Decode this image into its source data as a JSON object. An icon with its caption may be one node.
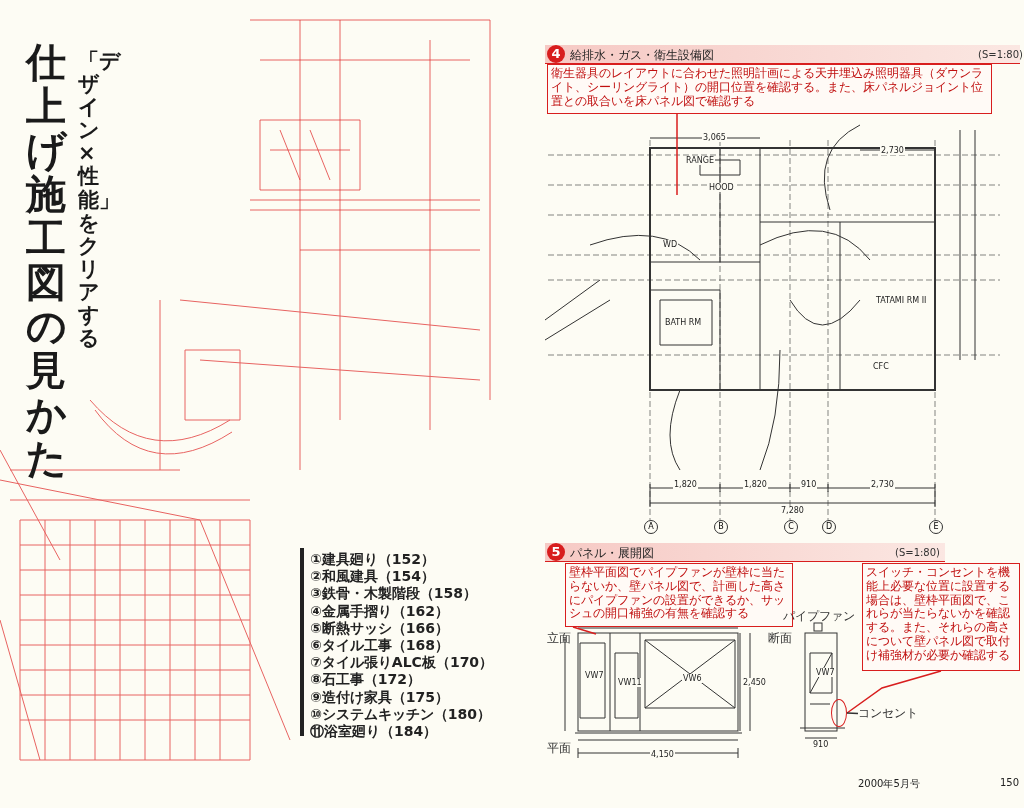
{
  "diagram": {
    "title": "仕上げ施工図の見かた",
    "nodes": [
      {
        "text": [
          "衛生器具のレイアウトに合わせた照明計画による天井埋込み照明器具（ダウンライト、シーリングライト）の開口位置を確認する。また、床パネルジョイント位置との取合いを床パネル図で確認する"
        ]
      },
      {
        "text": [
          "壁枠平面図でパイプファンが壁枠に当たらないか、壁パネル図で、計画した高さにパイプファンの設置ができるか、サッシュの開口補強の有無を確認する"
        ]
      },
      {
        "text": [
          "スイッチ・コンセントを機能上必要な位置に設置する場合は、壁枠平面図で、これらが当たらないかを確認する。また、それらの高さについて壁パネル図で取付け補強材が必要か確認する"
        ]
      },
      {
        "text": [],
        "shape": "circle"
      },
      {
        "text": [
          "コンセント"
        ]
      }
    ],
    "edges": [
      {
        "from": 0,
        "to": null,
        "arrow": "none"
      },
      {
        "from": 1,
        "to": null,
        "arrow": "none"
      },
      {
        "from": 2,
        "to": 3,
        "arrow": "none"
      },
      {
        "from": 4,
        "to": 3,
        "arrow": "none",
        "color": "#333333"
      }
    ],
    "labels": [
      "「デザイン×性能」をクリアする",
      "①建具廻り（152）",
      "②和風建具（154）",
      "③鉄骨・木製階段（158）",
      "④金属手摺り（162）",
      "⑤断熱サッシ（166）",
      "⑥タイル工事（168）",
      "⑦タイル張りALC板（170）",
      "⑧石工事（172）",
      "⑨造付け家具（175）",
      "⑩システムキッチン（180）",
      "⑪浴室廻り（184）",
      "4",
      "給排水・ガス・衛生設備図",
      "(S=1:80)",
      "5",
      "パネル・展開図",
      "(S=1:80)",
      "立面",
      "断面",
      "パイプファン",
      "平面",
      "RANGE",
      "HOOD",
      "WD",
      "BATH RM",
      "TATAMI RM II",
      "CFC",
      "3,065",
      "2,730",
      "1,820",
      "1,820",
      "910",
      "2,730",
      "7,280",
      "A",
      "B",
      "C",
      "D",
      "E",
      "VW7",
      "VW11",
      "VW6",
      "VW7",
      "4,150",
      "2,450",
      "910",
      "2000年5月号",
      "150"
    ]
  }
}
